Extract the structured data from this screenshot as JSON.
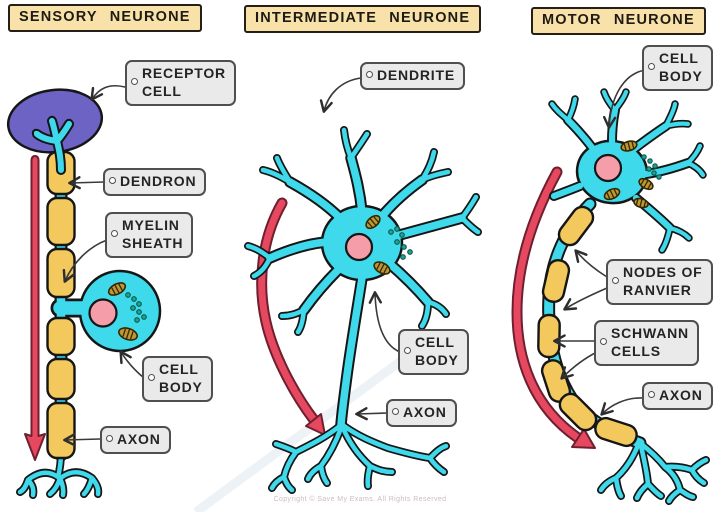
{
  "diagram": {
    "titles": {
      "sensory": "SENSORY NEURONE",
      "intermediate": "INTERMEDIATE NEURONE",
      "motor": "MOTOR NEURONE"
    },
    "labels": {
      "receptor_cell": "RECEPTOR\nCELL",
      "dendron": "DENDRON",
      "myelin_sheath": "MYELIN\nSHEATH",
      "cell_body_sensory": "CELL\nBODY",
      "axon_sensory": "AXON",
      "dendrite": "DENDRITE",
      "cell_body_intermediate": "CELL\nBODY",
      "axon_intermediate": "AXON",
      "cell_body_motor": "CELL\nBODY",
      "nodes_of_ranvier": "NODES OF\nRANVIER",
      "schwann_cells": "SCHWANN\nCELLS",
      "axon_motor": "AXON"
    },
    "colors": {
      "neurone_cyan": "#3FD9EC",
      "nucleus_pink": "#F59DA8",
      "myelin_yellow": "#F3C85D",
      "receptor_purple": "#6C63C4",
      "impulse_red": "#E5485F",
      "title_bg": "#F8E2A9",
      "label_bg": "#EAEAEA"
    },
    "footer": {
      "copyright": "Copyright © Save My Exams. All Rights Reserved"
    }
  }
}
